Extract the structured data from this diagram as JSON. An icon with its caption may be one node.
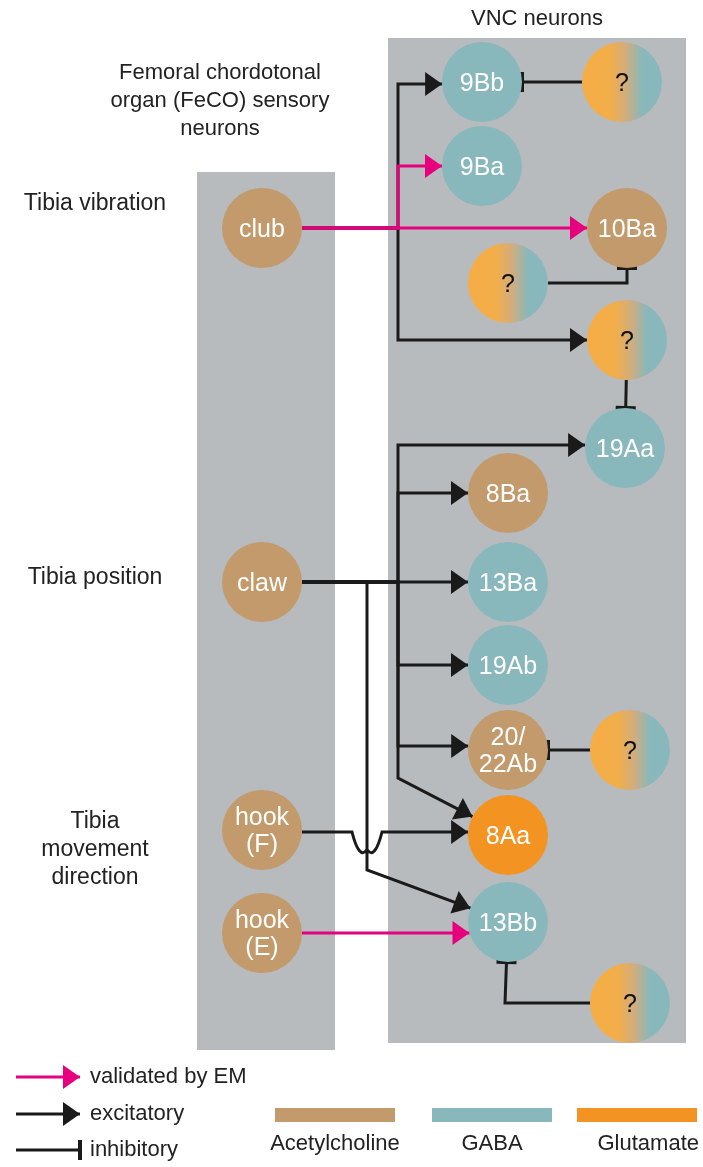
{
  "diagram": {
    "nodes": [
      {
        "text": [
          "Femoral chordotonal organ (FeCO) sensory neurons"
        ]
      },
      {
        "text": [
          "club"
        ],
        "in": 0
      },
      {
        "text": [
          "claw"
        ],
        "in": 0
      },
      {
        "text": [
          "hook (F)"
        ],
        "in": 0
      },
      {
        "text": [
          "hook (E)"
        ],
        "in": 0
      },
      {
        "text": [
          "VNC neurons"
        ]
      },
      {
        "text": [
          "9Bb"
        ],
        "in": 5
      },
      {
        "text": [
          "?"
        ],
        "in": 5
      },
      {
        "text": [
          "9Ba"
        ],
        "in": 5
      },
      {
        "text": [
          "10Ba"
        ],
        "in": 5
      },
      {
        "text": [
          "?"
        ],
        "in": 5
      },
      {
        "text": [
          "?"
        ],
        "in": 5
      },
      {
        "text": [
          "19Aa"
        ],
        "in": 5
      },
      {
        "text": [
          "8Ba"
        ],
        "in": 5
      },
      {
        "text": [
          "13Ba"
        ],
        "in": 5
      },
      {
        "text": [
          "19Ab"
        ],
        "in": 5
      },
      {
        "text": [
          "20/ 22Ab"
        ],
        "in": 5
      },
      {
        "text": [
          "?"
        ],
        "in": 5
      },
      {
        "text": [
          "8Aa"
        ],
        "in": 5
      },
      {
        "text": [
          "13Bb"
        ],
        "in": 5
      },
      {
        "text": [
          "?"
        ],
        "in": 5
      }
    ],
    "edges": [
      {
        "from": 1,
        "to": 6,
        "arrow": "to"
      },
      {
        "from": 1,
        "to": 8,
        "arrow": "to",
        "color": "#e6007e"
      },
      {
        "from": 1,
        "to": 9,
        "arrow": "to",
        "color": "#e6007e"
      },
      {
        "from": 1,
        "to": 11,
        "arrow": "to"
      },
      {
        "from": 7,
        "to": 6,
        "arrow": "other"
      },
      {
        "from": 10,
        "to": 9,
        "arrow": "other"
      },
      {
        "from": 11,
        "to": 12,
        "arrow": "other"
      },
      {
        "from": 2,
        "to": 12,
        "arrow": "to"
      },
      {
        "from": 2,
        "to": 13,
        "arrow": "to"
      },
      {
        "from": 2,
        "to": 14,
        "arrow": "to"
      },
      {
        "from": 2,
        "to": 15,
        "arrow": "to"
      },
      {
        "from": 2,
        "to": 16,
        "arrow": "to"
      },
      {
        "from": 2,
        "to": 18,
        "arrow": "to"
      },
      {
        "from": 2,
        "to": 19,
        "arrow": "to"
      },
      {
        "from": 3,
        "to": 18,
        "arrow": "to"
      },
      {
        "from": 4,
        "to": 19,
        "arrow": "to",
        "color": "#e6007e"
      },
      {
        "from": 17,
        "to": 16,
        "arrow": "other"
      },
      {
        "from": 20,
        "to": 19,
        "arrow": "other"
      }
    ],
    "labels": [
      "Tibia vibration",
      "Tibia position",
      "Tibia movement direction"
    ],
    "legend": [
      {
        "text": "validated by EM"
      },
      {
        "text": "excitatory"
      },
      {
        "text": "inhibitory"
      },
      {
        "text": "Acetylcholine",
        "color": "#c29a6b"
      },
      {
        "text": "GABA",
        "color": "#88b8bb"
      },
      {
        "text": "Glutamate",
        "color": "#f39322"
      }
    ]
  }
}
